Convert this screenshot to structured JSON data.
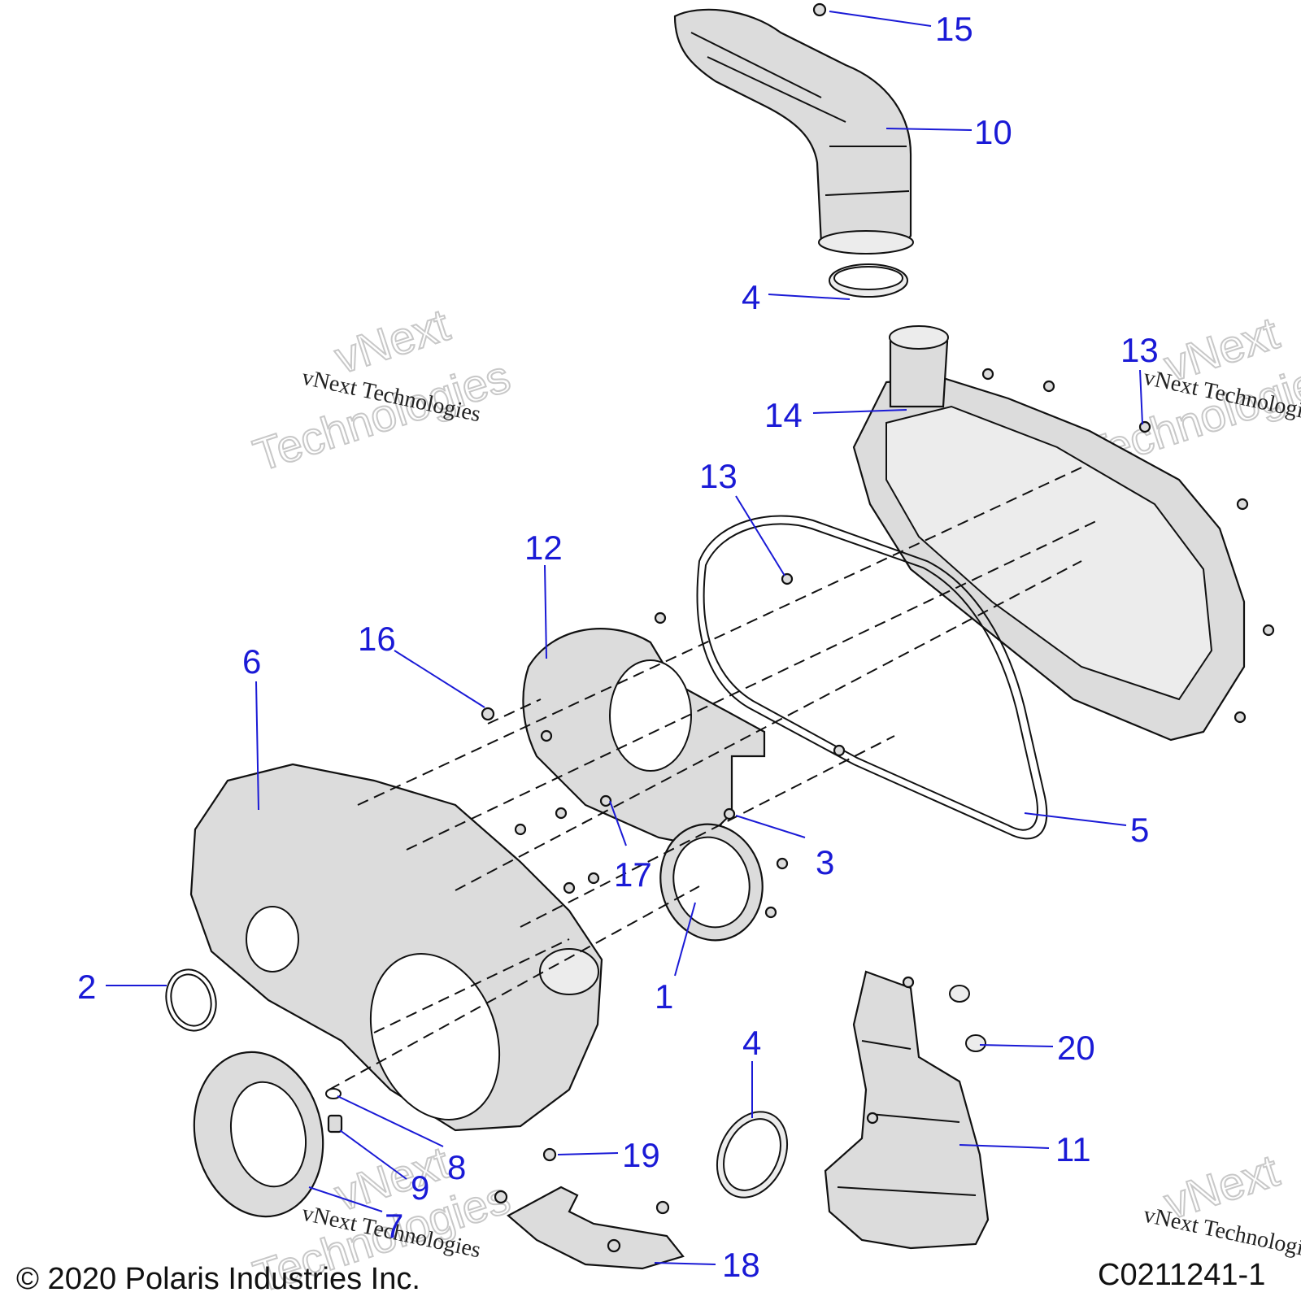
{
  "callouts": [
    {
      "id": "c1",
      "label": "1"
    },
    {
      "id": "c2",
      "label": "2"
    },
    {
      "id": "c3",
      "label": "3"
    },
    {
      "id": "c4a",
      "label": "4"
    },
    {
      "id": "c4b",
      "label": "4"
    },
    {
      "id": "c5",
      "label": "5"
    },
    {
      "id": "c6",
      "label": "6"
    },
    {
      "id": "c7",
      "label": "7"
    },
    {
      "id": "c8",
      "label": "8"
    },
    {
      "id": "c9",
      "label": "9"
    },
    {
      "id": "c10",
      "label": "10"
    },
    {
      "id": "c11",
      "label": "11"
    },
    {
      "id": "c12",
      "label": "12"
    },
    {
      "id": "c13a",
      "label": "13"
    },
    {
      "id": "c13b",
      "label": "13"
    },
    {
      "id": "c14",
      "label": "14"
    },
    {
      "id": "c15",
      "label": "15"
    },
    {
      "id": "c16",
      "label": "16"
    },
    {
      "id": "c17",
      "label": "17"
    },
    {
      "id": "c18",
      "label": "18"
    },
    {
      "id": "c19",
      "label": "19"
    },
    {
      "id": "c20",
      "label": "20"
    }
  ],
  "watermark": {
    "line": "vNext Technologies",
    "word1": "vNext",
    "word2": "Technologies"
  },
  "footer": {
    "copyright": "© 2020 Polaris Industries Inc.",
    "figure_id": "C0211241-1"
  },
  "colors": {
    "callout": "#1a1ad6",
    "part_fill": "#dcdcdc",
    "outline": "#111111"
  }
}
